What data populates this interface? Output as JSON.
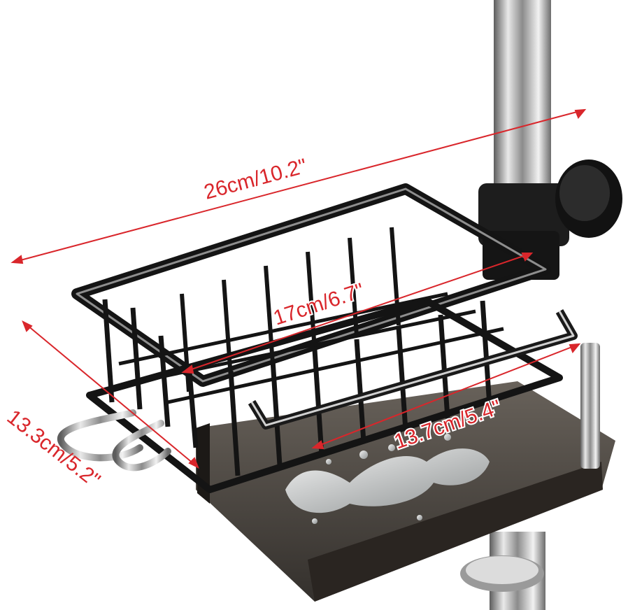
{
  "dimensions": {
    "total_width": "26cm/10.2\"",
    "basket_width": "17cm/6.7\"",
    "tray_width": "13.7cm/5.4\"",
    "depth": "13.3cm/5.2\""
  },
  "colors": {
    "dimension_line": "#d9262b",
    "frame": "#141414",
    "chrome_light": "#e6e6e6",
    "chrome_dark": "#6d6d6d",
    "tray": "#3a3530"
  }
}
